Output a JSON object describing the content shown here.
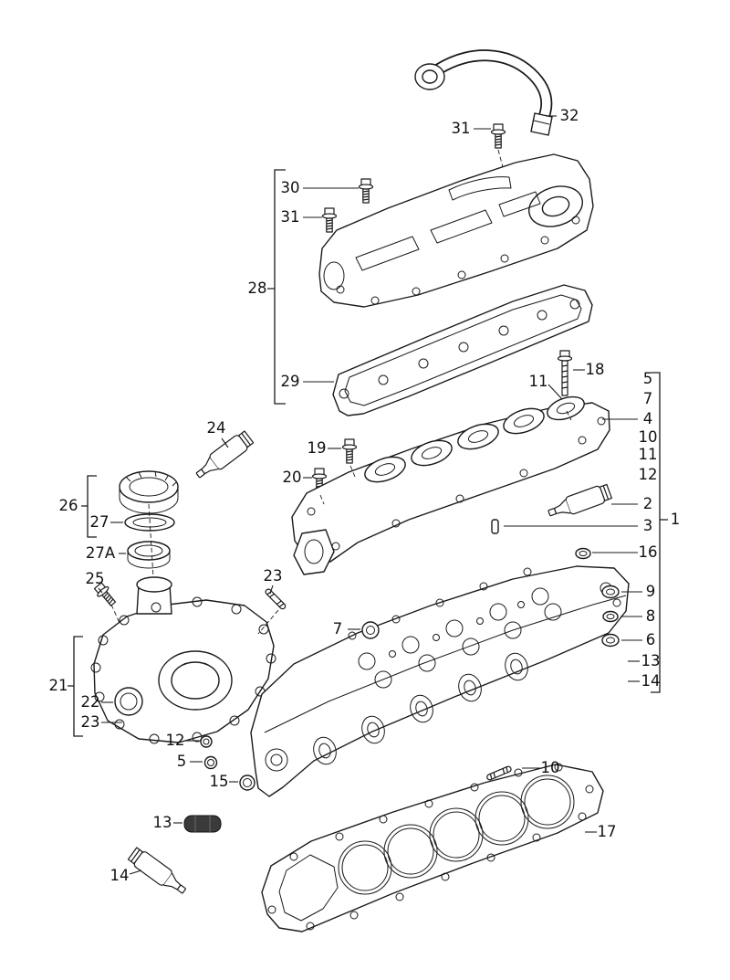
{
  "diagram": {
    "type": "exploded-parts-diagram",
    "subject": "cylinder-head-assembly",
    "colors": {
      "background": "#ffffff",
      "line": "#1a1a1a"
    },
    "callouts": [
      {
        "label": "32"
      },
      {
        "label": "31"
      },
      {
        "label": "30"
      },
      {
        "label": "31"
      },
      {
        "label": "28"
      },
      {
        "label": "29"
      },
      {
        "label": "18"
      },
      {
        "label": "11"
      },
      {
        "label": "5"
      },
      {
        "label": "7"
      },
      {
        "label": "4"
      },
      {
        "label": "10"
      },
      {
        "label": "11"
      },
      {
        "label": "12"
      },
      {
        "label": "2"
      },
      {
        "label": "3"
      },
      {
        "label": "16"
      },
      {
        "label": "1"
      },
      {
        "label": "24"
      },
      {
        "label": "19"
      },
      {
        "label": "20"
      },
      {
        "label": "26"
      },
      {
        "label": "27"
      },
      {
        "label": "27A"
      },
      {
        "label": "23"
      },
      {
        "label": "25"
      },
      {
        "label": "9"
      },
      {
        "label": "8"
      },
      {
        "label": "6"
      },
      {
        "label": "13"
      },
      {
        "label": "14"
      },
      {
        "label": "7"
      },
      {
        "label": "21"
      },
      {
        "label": "22"
      },
      {
        "label": "23"
      },
      {
        "label": "12"
      },
      {
        "label": "5"
      },
      {
        "label": "15"
      },
      {
        "label": "13"
      },
      {
        "label": "10"
      },
      {
        "label": "14"
      },
      {
        "label": "17"
      }
    ]
  }
}
